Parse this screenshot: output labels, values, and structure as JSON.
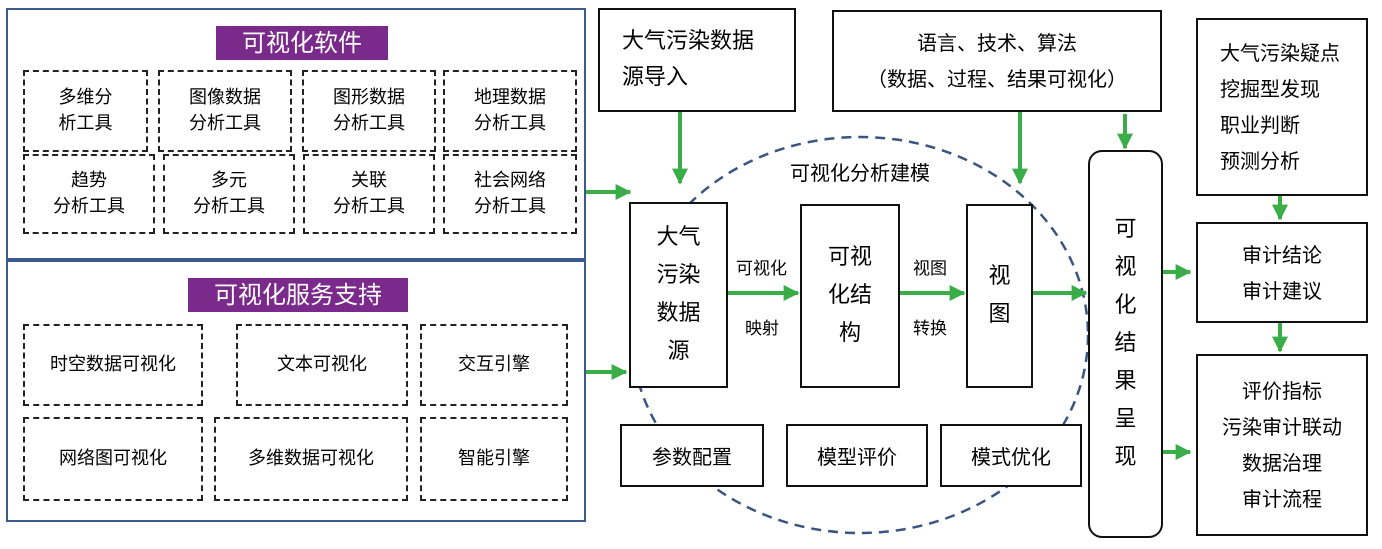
{
  "software_panel": {
    "title": "可视化软件",
    "tools": [
      "多维分\n析工具",
      "图像数据\n分析工具",
      "图形数据\n分析工具",
      "地理数据\n分析工具",
      "趋势\n分析工具",
      "多元\n分析工具",
      "关联\n分析工具",
      "社会网络\n分析工具"
    ]
  },
  "service_panel": {
    "title": "可视化服务支持",
    "items": [
      "时空数据可视化",
      "文本可视化",
      "交互引擎",
      "网络图可视化",
      "多维数据可视化",
      "智能引擎"
    ]
  },
  "inputs": {
    "pollution_import": "大气污染数据\n源导入",
    "language_tech": "语言、技术、算法\n（数据、过程、结果可视化）"
  },
  "modeling": {
    "title": "可视化分析建模",
    "source": "大气\n污染\n数据\n源",
    "structure": "可视\n化结\n构",
    "view": "视\n图",
    "mapping_label_top": "可视化",
    "mapping_label_bottom": "映射",
    "transform_label_top": "视图",
    "transform_label_bottom": "转换",
    "param_config": "参数配置",
    "model_eval": "模型评价",
    "mode_opt": "模式优化"
  },
  "result": {
    "label": "可\n视\n化\n结\n果\n呈\n现"
  },
  "outputs": {
    "top": "大气污染疑点\n挖掘型发现\n职业判断\n预测分析",
    "middle": "审计结论\n审计建议",
    "bottom": "评价指标\n污染审计联动\n数据治理\n审计流程"
  },
  "colors": {
    "panel_border": "#3a5a8c",
    "title_band": "#7a2a8a",
    "arrow": "#3aad48",
    "ellipse": "#3a5580"
  }
}
